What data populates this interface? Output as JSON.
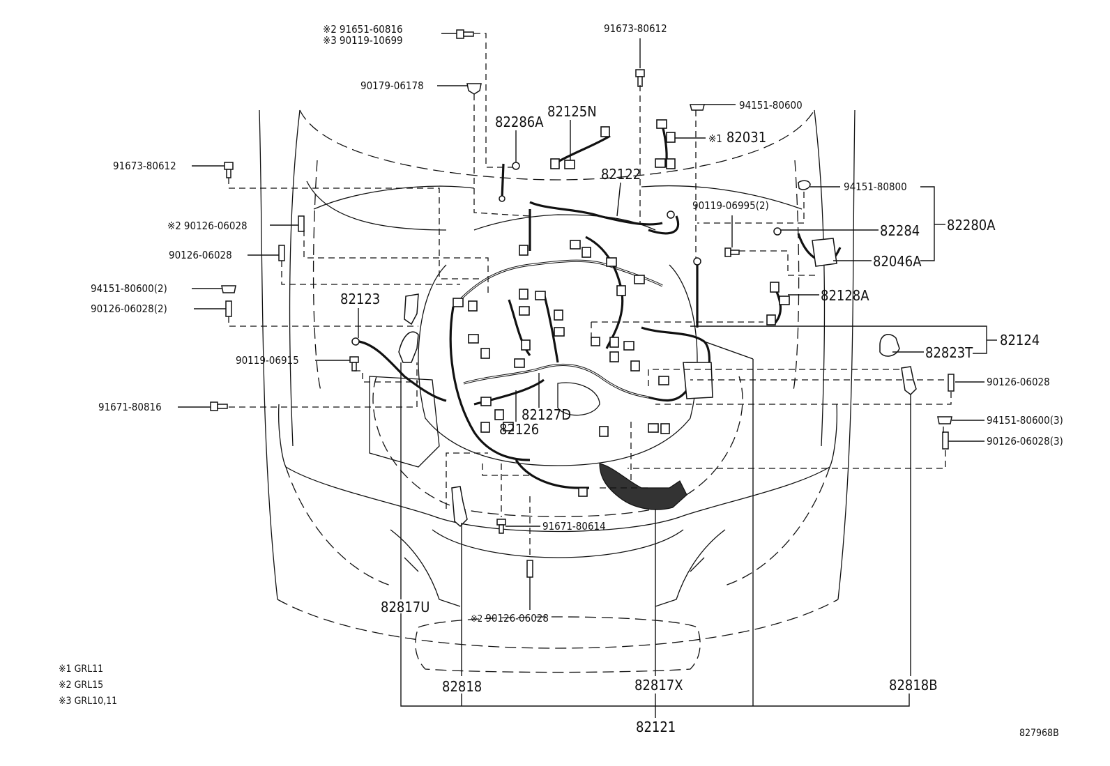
{
  "diagram_id": "827968B",
  "notes": [
    {
      "mark": "※1",
      "text": "GRL11"
    },
    {
      "mark": "※2",
      "text": "GRL15"
    },
    {
      "mark": "※3",
      "text": "GRL10,11"
    }
  ],
  "labels": {
    "p_91651_60816": {
      "mark": "※2",
      "text": "91651-60816"
    },
    "p_90119_10699": {
      "mark": "※3",
      "text": "90119-10699"
    },
    "p_90179_06178": {
      "text": "90179-06178"
    },
    "p_91673_80612_top": {
      "text": "91673-80612"
    },
    "p_94151_80600_top": {
      "text": "94151-80600"
    },
    "p_82286A": {
      "text": "82286A"
    },
    "p_82125N": {
      "text": "82125N"
    },
    "p_82031": {
      "mark": "※1",
      "text": "82031"
    },
    "p_91673_80612_left": {
      "text": "91673-80612"
    },
    "p_82122": {
      "text": "82122"
    },
    "p_94151_80800": {
      "text": "94151-80800"
    },
    "p_90119_06995": {
      "text": "90119-06995(2)"
    },
    "p_82284": {
      "text": "82284"
    },
    "p_82280A": {
      "text": "82280A"
    },
    "p_82046A": {
      "text": "82046A"
    },
    "p_90126_06028_s2": {
      "mark": "※2",
      "text": "90126-06028"
    },
    "p_90126_06028_a": {
      "text": "90126-06028"
    },
    "p_94151_80600_2": {
      "text": "94151-80600(2)"
    },
    "p_90126_06028_2": {
      "text": "90126-06028(2)"
    },
    "p_82123": {
      "text": "82123"
    },
    "p_82128A": {
      "text": "82128A"
    },
    "p_82124": {
      "text": "82124"
    },
    "p_82823T": {
      "text": "82823T"
    },
    "p_90119_06915": {
      "text": "90119-06915"
    },
    "p_90126_06028_r": {
      "text": "90126-06028"
    },
    "p_91671_80816": {
      "text": "91671-80816"
    },
    "p_82127D": {
      "text": "82127D"
    },
    "p_82126": {
      "text": "82126"
    },
    "p_94151_80600_3": {
      "text": "94151-80600(3)"
    },
    "p_90126_06028_3": {
      "text": "90126-06028(3)"
    },
    "p_91671_80614": {
      "text": "91671-80614"
    },
    "p_82817U": {
      "text": "82817U"
    },
    "p_90126_06028_s2b": {
      "mark": "※2",
      "text": "90126-06028"
    },
    "p_82818": {
      "text": "82818"
    },
    "p_82817X": {
      "text": "82817X"
    },
    "p_82818B": {
      "text": "82818B"
    },
    "p_82121": {
      "text": "82121"
    }
  }
}
